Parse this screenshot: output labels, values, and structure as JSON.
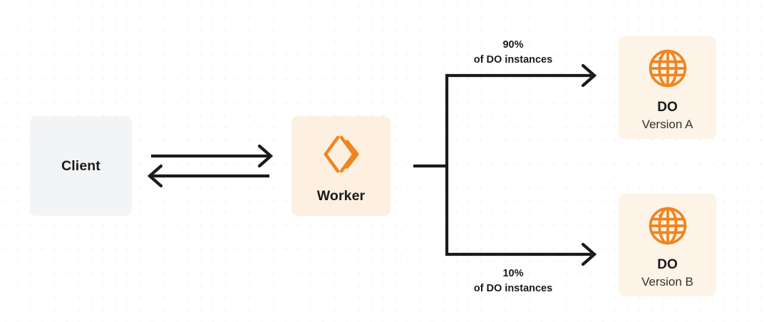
{
  "diagram": {
    "type": "architecture-flow",
    "background": {
      "color": "#ffffff",
      "dot_grid_color": "#f0eff1"
    },
    "palette": {
      "client_box": "#f3f4f6",
      "worker_box": "#fdf0e1",
      "do_box": "#fdf3e6",
      "accent_orange": "#f0841f",
      "stroke_dark": "#1a1a1a",
      "text_primary": "#1a1a1a",
      "text_secondary": "#35322f"
    },
    "nodes": {
      "client": {
        "title": "Client",
        "icon": "none"
      },
      "worker": {
        "title": "Worker",
        "icon": "cloudflare-workers-icon"
      },
      "do_a": {
        "title": "DO",
        "subtitle": "Version A",
        "icon": "globe-icon"
      },
      "do_b": {
        "title": "DO",
        "subtitle": "Version B",
        "icon": "globe-icon"
      }
    },
    "edges": {
      "client_to_worker": {
        "direction": "right",
        "label": ""
      },
      "worker_to_client": {
        "direction": "left",
        "label": ""
      },
      "worker_to_do_a": {
        "percent": "90%",
        "description": "of DO instances"
      },
      "worker_to_do_b": {
        "percent": "10%",
        "description": "of DO instances"
      }
    }
  }
}
